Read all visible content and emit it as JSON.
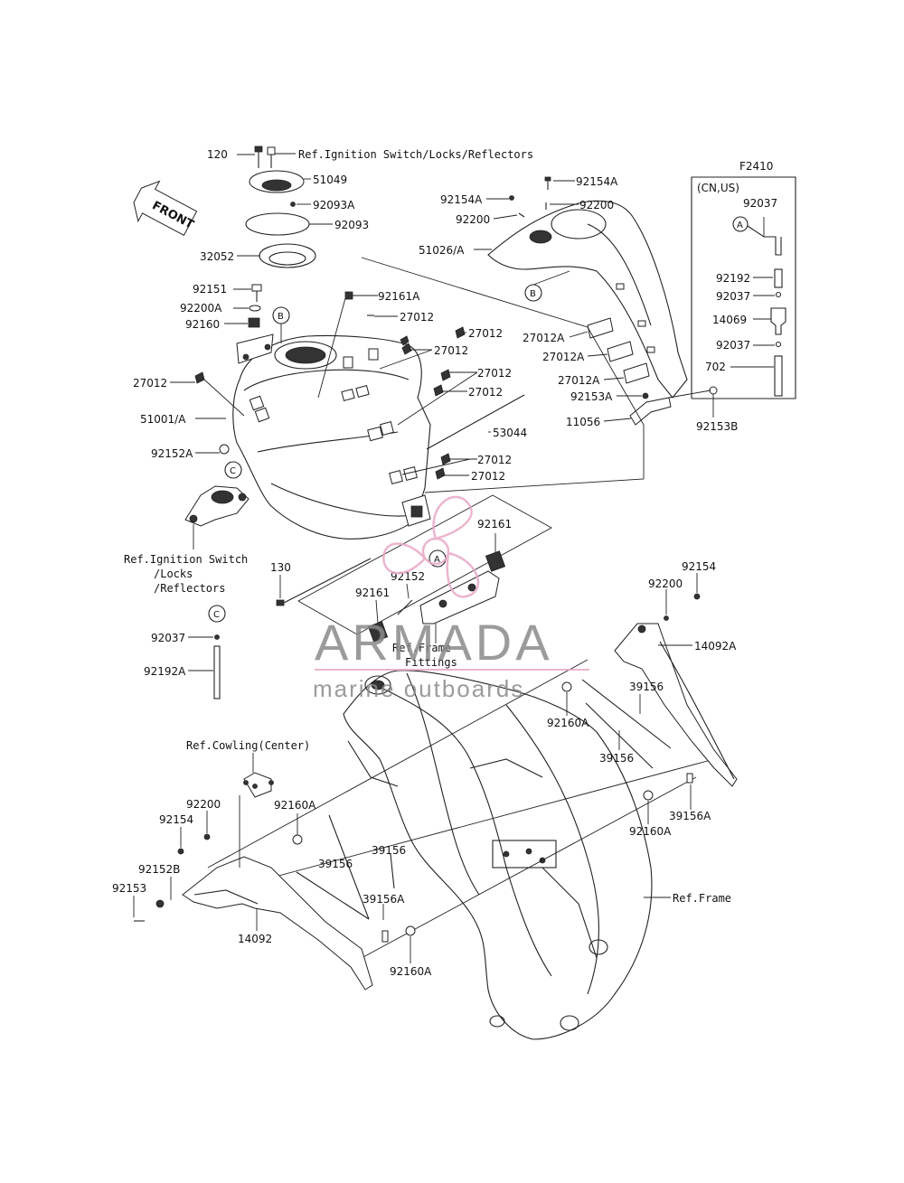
{
  "figure_code": "F2410",
  "front_label": "FRONT",
  "inset_title": "(CN,US)",
  "watermark": {
    "brand": "ARMADA",
    "tagline": "marine outboards",
    "brand_color": "#8a8a8a",
    "accent_color": "#e8a9c6"
  },
  "callouts": {
    "A": "A",
    "B": "B",
    "C": "C"
  },
  "labels": {
    "l120": "120",
    "ref_ignition_top": "Ref.Ignition Switch/Locks/Reflectors",
    "l51049": "51049",
    "l92093A": "92093A",
    "l92093": "92093",
    "l32052": "32052",
    "l92151": "92151",
    "l92200A": "92200A",
    "l92160": "92160",
    "l92161A": "92161A",
    "l27012_a": "27012",
    "l27012_b": "27012",
    "l27012_c": "27012",
    "l27012_d": "27012",
    "l27012_e": "27012",
    "l27012_f": "27012",
    "l27012_g": "27012",
    "l27012_left": "27012",
    "l51001A": "51001/A",
    "l53044": "53044",
    "l92152A": "92152A",
    "ref_ignition_left_1": "Ref.Ignition Switch",
    "ref_ignition_left_2": "/Locks",
    "ref_ignition_left_3": "/Reflectors",
    "l92154A_top": "92154A",
    "l92154A_left": "92154A",
    "l92200_top": "92200",
    "l92200_left": "92200",
    "l51026A": "51026/A",
    "l27012A_1": "27012A",
    "l27012A_2": "27012A",
    "l27012A_3": "27012A",
    "l92153A": "92153A",
    "l11056": "11056",
    "l92153B": "92153B",
    "l92161_right": "92161",
    "l92161_left": "92161",
    "l92152": "92152",
    "l130": "130",
    "ref_frame_fittings_1": "Ref.Frame",
    "ref_frame_fittings_2": "Fittings",
    "l92037_left": "92037",
    "l92192A": "92192A",
    "l92154_right": "92154",
    "l92200_right": "92200",
    "l14092A": "14092A",
    "l92160A_1": "92160A",
    "l39156_1": "39156",
    "l39156_2": "39156",
    "l39156A_right": "39156A",
    "l92160A_2": "92160A",
    "ref_cowling": "Ref.Cowling(Center)",
    "l92200_bl": "92200",
    "l92154_bl": "92154",
    "l92160A_3": "92160A",
    "l39156_3": "39156",
    "l39156_4": "39156",
    "l92152B": "92152B",
    "l92153": "92153",
    "l39156A_bl": "39156A",
    "l14092": "14092",
    "l92160A_4": "92160A",
    "ref_frame": "Ref.Frame",
    "inset_92037_a": "92037",
    "inset_92192": "92192",
    "inset_92037_b": "92037",
    "inset_14069": "14069",
    "inset_92037_c": "92037",
    "inset_702": "702"
  }
}
